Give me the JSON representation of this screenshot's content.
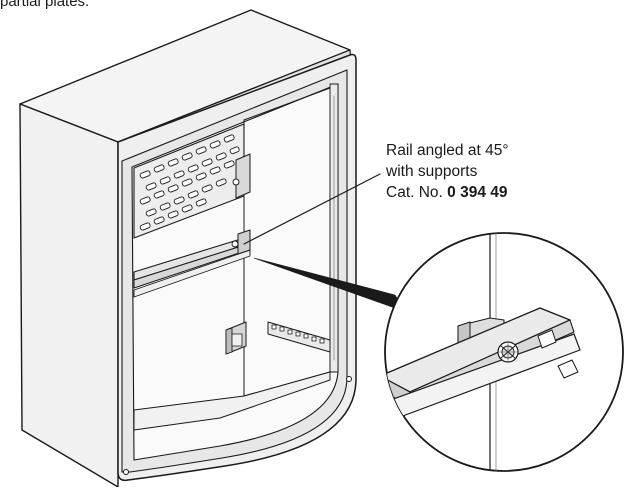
{
  "intro": {
    "fragment": "partial plates."
  },
  "callout": {
    "line1": "Rail angled at 45°",
    "line2": "with supports",
    "line3_prefix": "Cat. No. ",
    "line3_catalog": "0 394 49"
  },
  "figure": {
    "subject": "cabinet-enclosure-with-angled-rail",
    "detail": "rail-support-close-up"
  }
}
